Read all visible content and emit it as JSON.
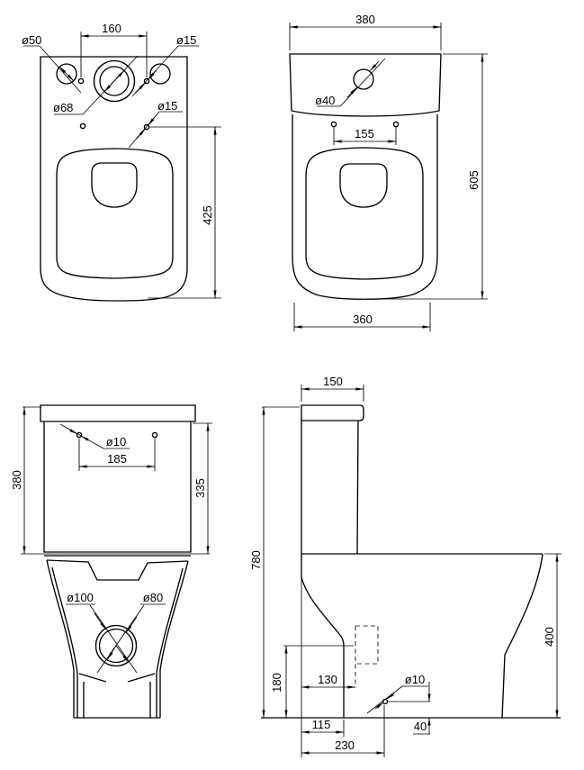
{
  "colors": {
    "line": "#000000",
    "background": "#ffffff"
  },
  "views": {
    "top": {
      "dims": {
        "w160": "160",
        "d50": "ø50",
        "d15_top": "ø15",
        "d68": "ø68",
        "d15_mid": "ø15",
        "h425": "425"
      }
    },
    "front": {
      "dims": {
        "w380": "380",
        "d40": "ø40",
        "w155": "155",
        "h605": "605",
        "w360": "360"
      }
    },
    "back": {
      "dims": {
        "h380": "380",
        "d10": "ø10",
        "w185": "185",
        "h335": "335",
        "d100": "ø100",
        "d80": "ø80"
      }
    },
    "side": {
      "dims": {
        "w150": "150",
        "h780": "780",
        "h180": "180",
        "w130": "130",
        "d10": "ø10",
        "h40": "40",
        "w115": "115",
        "w230": "230",
        "h400": "400"
      }
    }
  }
}
